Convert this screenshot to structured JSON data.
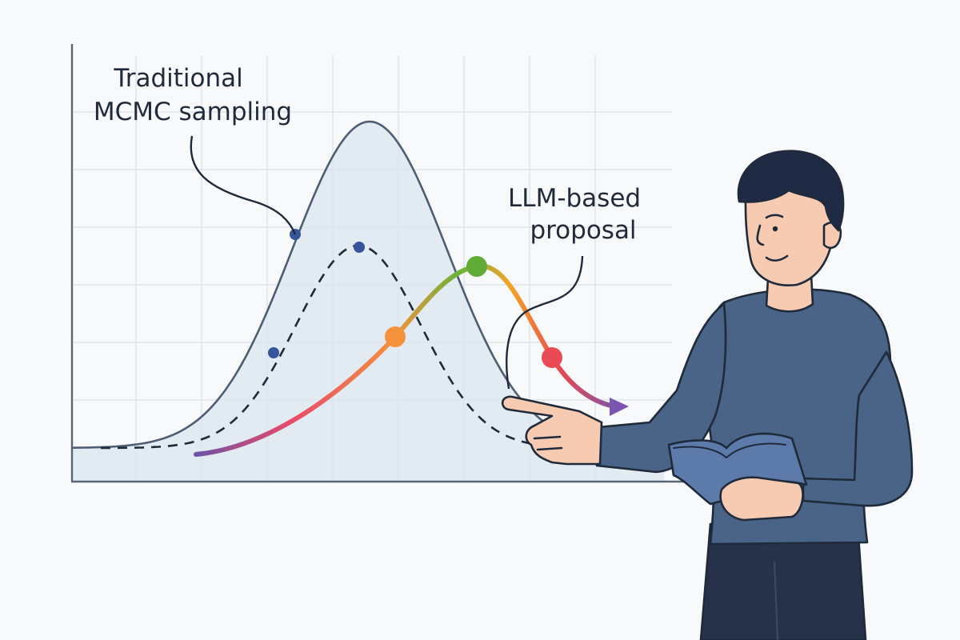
{
  "labels": {
    "traditional": [
      "Traditional",
      "MCMC sampling"
    ],
    "llm": [
      "LLM-based",
      "proposal"
    ]
  },
  "colors": {
    "background": "#f8f9fa",
    "grid": "#dde4ec",
    "axis": "#5a6676",
    "target_fill": "#dbe4ef",
    "target_stroke": "#4d5e74",
    "mcmc_dot": "#35569a",
    "llm_gradient": [
      "#6d54a8",
      "#e8496a",
      "#f4923c",
      "#6ab43a",
      "#f2a428",
      "#e8494f",
      "#7a55b0"
    ],
    "sweater": "#4a6487",
    "hair": "#1f2b44",
    "skin": "#f6cbb1",
    "pants": "#27324a",
    "book": "#5c7baa"
  },
  "icons": {
    "llm_end": "arrow-head-icon",
    "presenter": "person-pointing-icon",
    "book": "open-book-icon"
  }
}
